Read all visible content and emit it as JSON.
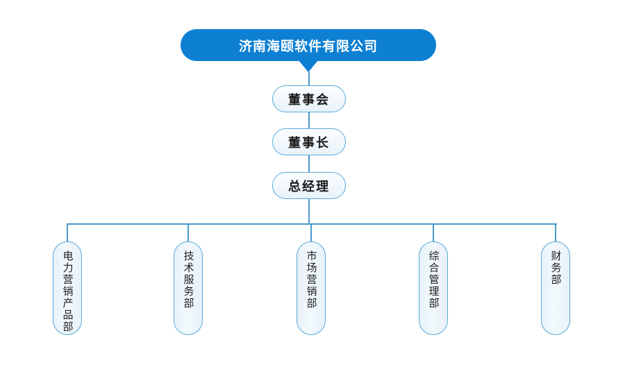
{
  "company": {
    "label": "济南海颐软件有限公司"
  },
  "chain": [
    {
      "label": "董事会"
    },
    {
      "label": "董事长"
    },
    {
      "label": "总经理"
    }
  ],
  "departments": [
    {
      "label": "电力营销产品部"
    },
    {
      "label": "技术服务部"
    },
    {
      "label": "市场营销部"
    },
    {
      "label": "综合管理部"
    },
    {
      "label": "财务部"
    }
  ],
  "colors": {
    "root_fill": "#0d80d4",
    "root_text": "#ffffff",
    "pill_border": "#58aad8",
    "pill_fill_light": "#e8f2fa",
    "connector_line": "#4a98ca",
    "node_text": "#1b1b1b",
    "background": "#ffffff"
  }
}
